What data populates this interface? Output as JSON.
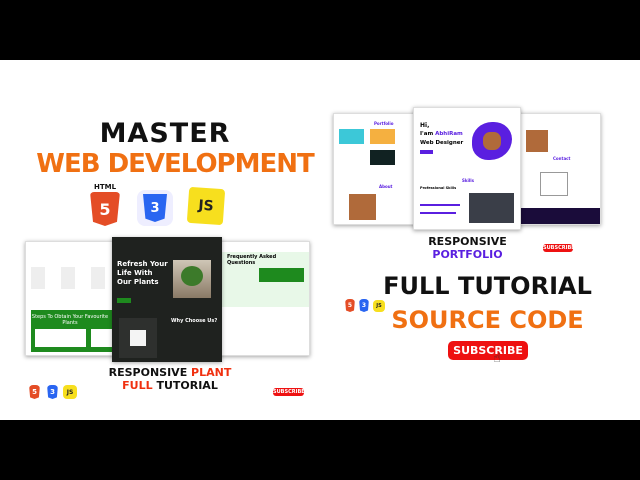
{
  "left": {
    "title_line1": "MASTER",
    "title_line2": "WEB DEVELOPMENT",
    "tech_icons": [
      {
        "name": "html5-icon",
        "label": "HTML"
      },
      {
        "name": "css3-icon",
        "label": "3"
      },
      {
        "name": "javascript-icon",
        "label": "JS"
      }
    ],
    "hero_text": "Refresh Your Life With Our Plants",
    "section_steps": "Steps To Obtain Your Favourite Plants",
    "section_why": "Why Choose Us?",
    "section_faq": "Frequently Asked Questions",
    "caption_line1_a": "RESPONSIVE ",
    "caption_line1_b": "PLANT",
    "caption_line2_a": "FULL ",
    "caption_line2_b": "TUTORIAL",
    "subscribe_small": "SUBSCRIBE"
  },
  "right": {
    "hero_greeting": "Hi,",
    "hero_name_prefix": "I'am ",
    "hero_name": "AbhiRam",
    "hero_role": "Web Designer",
    "section_portfolio": "Portfolio",
    "section_about": "About",
    "section_skills": "Skills",
    "section_contact": "Contact",
    "skills_heading": "Professional Skills",
    "caption_line1": "RESPONSIVE",
    "caption_line2": "PORTFOLIO",
    "subscribe_small": "SUBSCRIBE",
    "headline1": "FULL TUTORIAL",
    "headline2": "SOURCE CODE",
    "subscribe_button": "SUBSCRIBE"
  },
  "colors": {
    "orange": "#f07012",
    "purple": "#5a1fe0",
    "plant_green": "#1e8a1e",
    "dark": "#1f221f",
    "subscribe_red": "#e01818"
  }
}
